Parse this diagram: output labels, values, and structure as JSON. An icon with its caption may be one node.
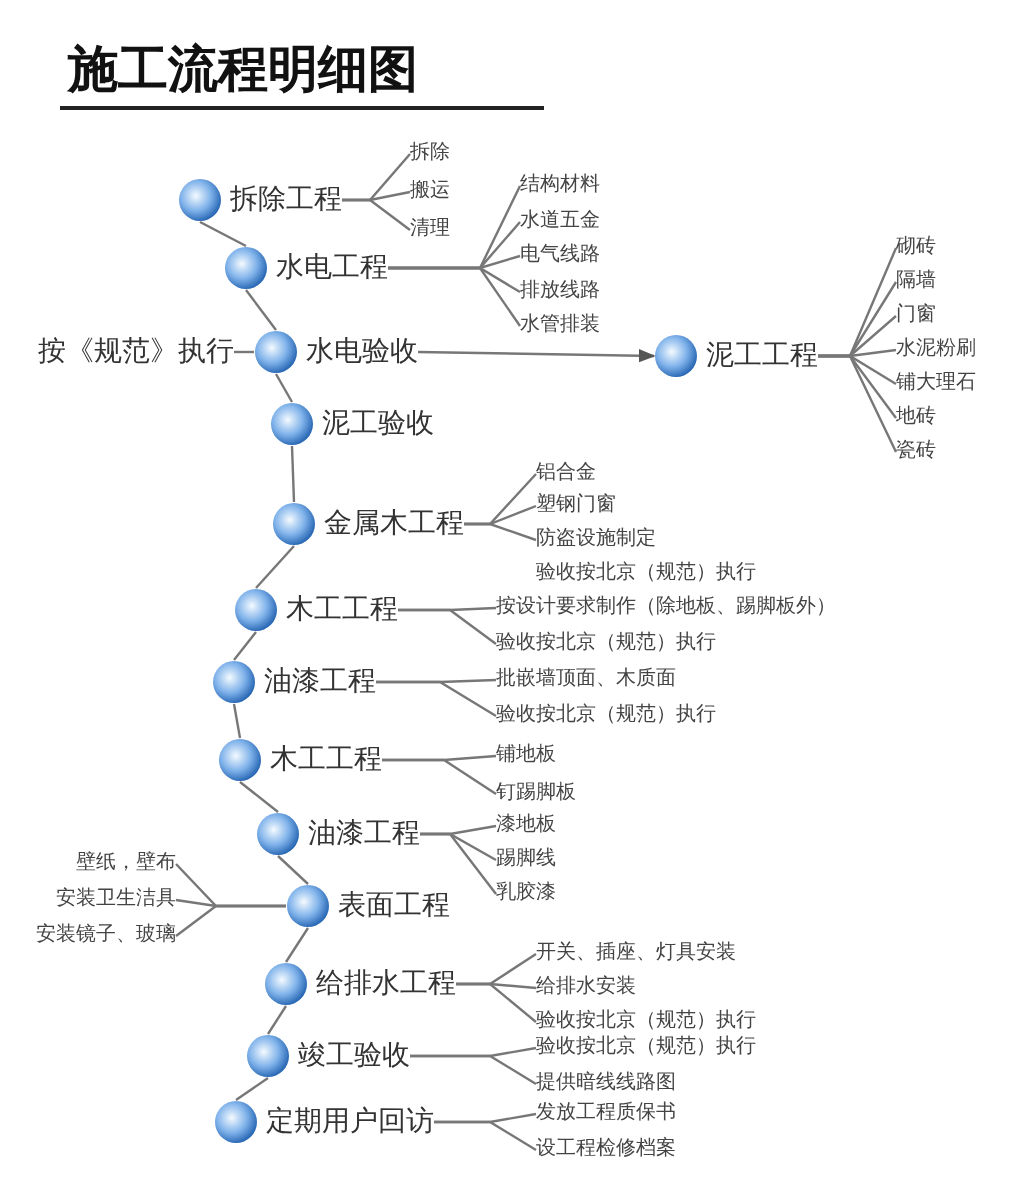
{
  "diagram": {
    "title": "施工流程明细图",
    "nodes": [
      {
        "text": [
          "拆除工程"
        ]
      },
      {
        "text": [
          "拆除"
        ]
      },
      {
        "text": [
          "搬运"
        ]
      },
      {
        "text": [
          "清理"
        ]
      },
      {
        "text": [
          "水电工程"
        ]
      },
      {
        "text": [
          "结构材料"
        ]
      },
      {
        "text": [
          "水道五金"
        ]
      },
      {
        "text": [
          "电气线路"
        ]
      },
      {
        "text": [
          "排放线路"
        ]
      },
      {
        "text": [
          "水管排装"
        ]
      },
      {
        "text": [
          "按《规范》执行"
        ]
      },
      {
        "text": [
          "水电验收"
        ]
      },
      {
        "text": [
          "泥工工程"
        ]
      },
      {
        "text": [
          "砌砖"
        ]
      },
      {
        "text": [
          "隔墙"
        ]
      },
      {
        "text": [
          "门窗"
        ]
      },
      {
        "text": [
          "水泥粉刷"
        ]
      },
      {
        "text": [
          "铺大理石"
        ]
      },
      {
        "text": [
          "地砖"
        ]
      },
      {
        "text": [
          "瓷砖"
        ]
      },
      {
        "text": [
          "泥工验收"
        ]
      },
      {
        "text": [
          "金属木工程"
        ]
      },
      {
        "text": [
          "铝合金"
        ]
      },
      {
        "text": [
          "塑钢门窗"
        ]
      },
      {
        "text": [
          "防盗设施制定"
        ]
      },
      {
        "text": [
          "木工工程"
        ]
      },
      {
        "text": [
          "按设计要求制作（除地板、踢脚板外）"
        ]
      },
      {
        "text": [
          "验收按北京（规范）执行"
        ]
      },
      {
        "text": [
          "油漆工程"
        ]
      },
      {
        "text": [
          "批嵌墙顶面、木质面"
        ]
      },
      {
        "text": [
          "验收按北京（规范）执行"
        ]
      },
      {
        "text": [
          "木工工程"
        ]
      },
      {
        "text": [
          "铺地板"
        ]
      },
      {
        "text": [
          "钉踢脚板"
        ]
      },
      {
        "text": [
          "油漆工程"
        ]
      },
      {
        "text": [
          "漆地板"
        ]
      },
      {
        "text": [
          "踢脚线"
        ]
      },
      {
        "text": [
          "乳胶漆"
        ]
      },
      {
        "text": [
          "壁纸，壁布"
        ]
      },
      {
        "text": [
          "安装卫生洁具"
        ]
      },
      {
        "text": [
          "安装镜子、玻璃"
        ]
      },
      {
        "text": [
          "表面工程"
        ]
      },
      {
        "text": [
          "给排水工程"
        ]
      },
      {
        "text": [
          "开关、插座、灯具安装"
        ]
      },
      {
        "text": [
          "给排水安装"
        ]
      },
      {
        "text": [
          "验收按北京（规范）执行"
        ]
      },
      {
        "text": [
          "竣工验收"
        ]
      },
      {
        "text": [
          "验收按北京（规范）执行"
        ]
      },
      {
        "text": [
          "提供暗线线路图"
        ]
      },
      {
        "text": [
          "定期用户回访"
        ]
      },
      {
        "text": [
          "发放工程质保书"
        ]
      },
      {
        "text": [
          "设工程检修档案"
        ]
      }
    ],
    "edges": [
      {
        "from": 0,
        "to": 4,
        "arrow": "none"
      },
      {
        "from": 4,
        "to": 11,
        "arrow": "none"
      },
      {
        "from": 11,
        "to": 20,
        "arrow": "none"
      },
      {
        "from": 20,
        "to": 21,
        "arrow": "none"
      },
      {
        "from": 21,
        "to": 25,
        "arrow": "none"
      },
      {
        "from": 25,
        "to": 28,
        "arrow": "none"
      },
      {
        "from": 28,
        "to": 31,
        "arrow": "none"
      },
      {
        "from": 31,
        "to": 34,
        "arrow": "none"
      },
      {
        "from": 34,
        "to": 41,
        "arrow": "none"
      },
      {
        "from": 41,
        "to": 42,
        "arrow": "none"
      },
      {
        "from": 42,
        "to": 46,
        "arrow": "none"
      },
      {
        "from": 46,
        "to": 49,
        "arrow": "none"
      },
      {
        "from": 0,
        "to": 1,
        "arrow": "none"
      },
      {
        "from": 0,
        "to": 2,
        "arrow": "none"
      },
      {
        "from": 0,
        "to": 3,
        "arrow": "none"
      },
      {
        "from": 4,
        "to": 5,
        "arrow": "none"
      },
      {
        "from": 4,
        "to": 6,
        "arrow": "none"
      },
      {
        "from": 4,
        "to": 7,
        "arrow": "none"
      },
      {
        "from": 4,
        "to": 8,
        "arrow": "none"
      },
      {
        "from": 4,
        "to": 9,
        "arrow": "none"
      },
      {
        "from": 10,
        "to": 11,
        "arrow": "none"
      },
      {
        "from": 11,
        "to": 12,
        "arrow": "to"
      },
      {
        "from": 12,
        "to": 13,
        "arrow": "none"
      },
      {
        "from": 12,
        "to": 14,
        "arrow": "none"
      },
      {
        "from": 12,
        "to": 15,
        "arrow": "none"
      },
      {
        "from": 12,
        "to": 16,
        "arrow": "none"
      },
      {
        "from": 12,
        "to": 17,
        "arrow": "none"
      },
      {
        "from": 12,
        "to": 18,
        "arrow": "none"
      },
      {
        "from": 12,
        "to": 19,
        "arrow": "none"
      },
      {
        "from": 21,
        "to": 22,
        "arrow": "none"
      },
      {
        "from": 21,
        "to": 23,
        "arrow": "none"
      },
      {
        "from": 21,
        "to": 24,
        "arrow": "none"
      },
      {
        "from": 25,
        "to": 26,
        "arrow": "none"
      },
      {
        "from": 25,
        "to": 27,
        "arrow": "none"
      },
      {
        "from": 28,
        "to": 29,
        "arrow": "none"
      },
      {
        "from": 28,
        "to": 30,
        "arrow": "none"
      },
      {
        "from": 31,
        "to": 32,
        "arrow": "none"
      },
      {
        "from": 31,
        "to": 33,
        "arrow": "none"
      },
      {
        "from": 34,
        "to": 35,
        "arrow": "none"
      },
      {
        "from": 34,
        "to": 36,
        "arrow": "none"
      },
      {
        "from": 34,
        "to": 37,
        "arrow": "none"
      },
      {
        "from": 41,
        "to": 38,
        "arrow": "none"
      },
      {
        "from": 41,
        "to": 39,
        "arrow": "none"
      },
      {
        "from": 41,
        "to": 40,
        "arrow": "none"
      },
      {
        "from": 42,
        "to": 43,
        "arrow": "none"
      },
      {
        "from": 42,
        "to": 44,
        "arrow": "none"
      },
      {
        "from": 42,
        "to": 45,
        "arrow": "none"
      },
      {
        "from": 46,
        "to": 47,
        "arrow": "none"
      },
      {
        "from": 46,
        "to": 48,
        "arrow": "none"
      },
      {
        "from": 49,
        "to": 50,
        "arrow": "none"
      },
      {
        "from": 49,
        "to": 51,
        "arrow": "none"
      }
    ],
    "labels": [
      "验收按北京（规范）执行"
    ]
  }
}
